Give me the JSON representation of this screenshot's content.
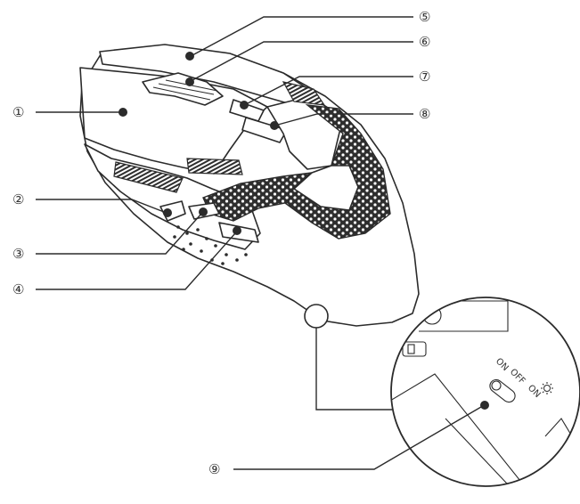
{
  "callouts": [
    {
      "id": 1,
      "label": "①"
    },
    {
      "id": 2,
      "label": "②"
    },
    {
      "id": 3,
      "label": "③"
    },
    {
      "id": 4,
      "label": "④"
    },
    {
      "id": 5,
      "label": "⑤"
    },
    {
      "id": 6,
      "label": "⑥"
    },
    {
      "id": 7,
      "label": "⑦"
    },
    {
      "id": 8,
      "label": "⑧"
    },
    {
      "id": 9,
      "label": "⑨"
    }
  ],
  "switch": {
    "on_left": "ON",
    "off": "OFF",
    "on_right": "ON"
  },
  "colors": {
    "line": "#2b2b2b",
    "mesh": "#2e2e2e"
  }
}
